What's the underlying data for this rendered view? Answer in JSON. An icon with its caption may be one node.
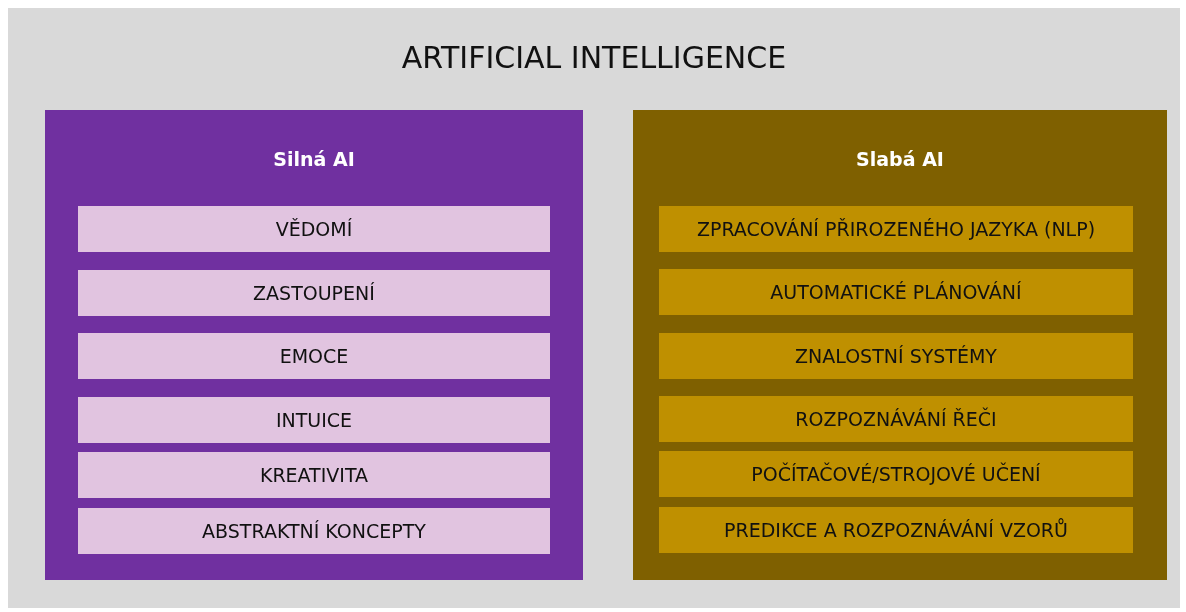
{
  "diagram": {
    "nodes": [
      {
        "text": [
          "ARTIFICIAL INTELLIGENCE"
        ]
      },
      {
        "text": [
          "Silná AI"
        ],
        "in": 0
      },
      {
        "text": [
          "VĚDOMÍ"
        ],
        "in": 1
      },
      {
        "text": [
          "ZASTOUPENÍ"
        ],
        "in": 1
      },
      {
        "text": [
          "EMOCE"
        ],
        "in": 1
      },
      {
        "text": [
          "INTUICE"
        ],
        "in": 1
      },
      {
        "text": [
          "KREATIVITA"
        ],
        "in": 1
      },
      {
        "text": [
          "ABSTRAKTNÍ KONCEPTY"
        ],
        "in": 1
      },
      {
        "text": [
          "Slabá AI"
        ],
        "in": 0
      },
      {
        "text": [
          "ZPRACOVÁNÍ PŘIROZENÉHO JAZYKA (NLP)"
        ],
        "in": 8
      },
      {
        "text": [
          "AUTOMATICKÉ PLÁNOVÁNÍ"
        ],
        "in": 8
      },
      {
        "text": [
          "ZNALOSTNÍ SYSTÉMY"
        ],
        "in": 8
      },
      {
        "text": [
          "ROZPOZNÁVÁNÍ ŘEČI"
        ],
        "in": 8
      },
      {
        "text": [
          "POČÍTAČOVÉ/STROJOVÉ UČENÍ"
        ],
        "in": 8
      },
      {
        "text": [
          "PREDIKCE A ROZPOZNÁVÁNÍ VZORŮ"
        ],
        "in": 8
      }
    ]
  }
}
